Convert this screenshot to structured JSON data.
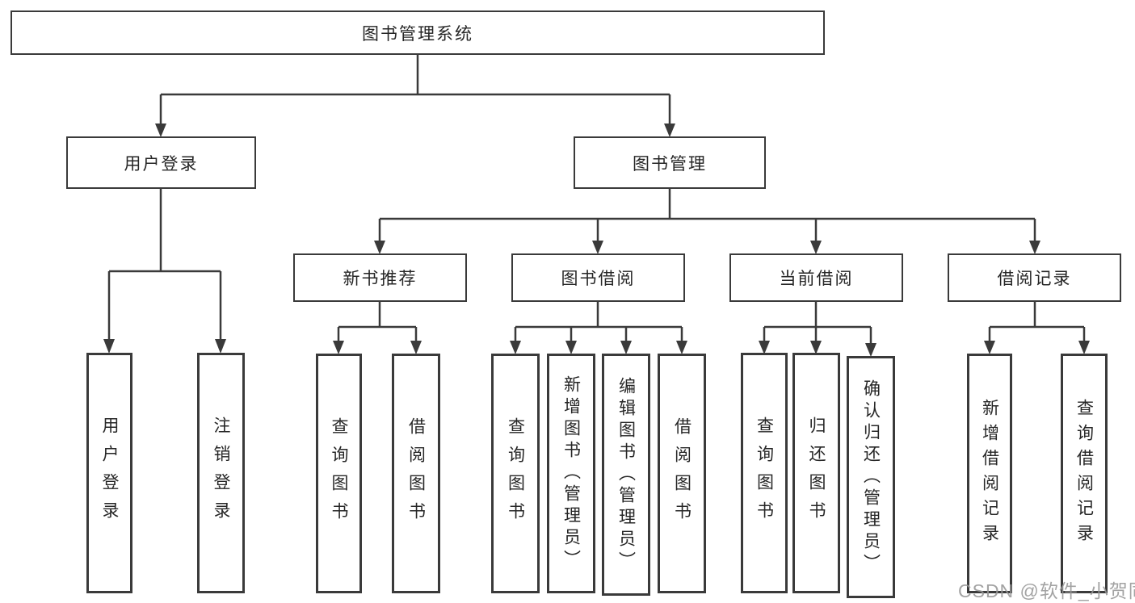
{
  "diagram": {
    "title": "图书管理系统",
    "root": {
      "label": "图书管理系统",
      "children": [
        {
          "label": "用户登录",
          "children": [
            {
              "label": "用户登录"
            },
            {
              "label": "注销登录"
            }
          ]
        },
        {
          "label": "图书管理",
          "children": [
            {
              "label": "新书推荐",
              "children": [
                {
                  "label": "查询图书"
                },
                {
                  "label": "借阅图书"
                }
              ]
            },
            {
              "label": "图书借阅",
              "children": [
                {
                  "label": "查询图书"
                },
                {
                  "label": "新增图书（管理员）"
                },
                {
                  "label": "编辑图书（管理员）"
                },
                {
                  "label": "借阅图书"
                }
              ]
            },
            {
              "label": "当前借阅",
              "children": [
                {
                  "label": "查询图书"
                },
                {
                  "label": "归还图书"
                },
                {
                  "label": "确认归还（管理员）"
                }
              ]
            },
            {
              "label": "借阅记录",
              "children": [
                {
                  "label": "新增借阅记录"
                },
                {
                  "label": "查询借阅记录"
                }
              ]
            }
          ]
        }
      ]
    }
  },
  "watermark": {
    "text": "CSDN @软件_小贺同学"
  },
  "colors": {
    "line": "#3a3a3a",
    "text": "#262626",
    "watermark": "#969696",
    "background": "#ffffff"
  }
}
